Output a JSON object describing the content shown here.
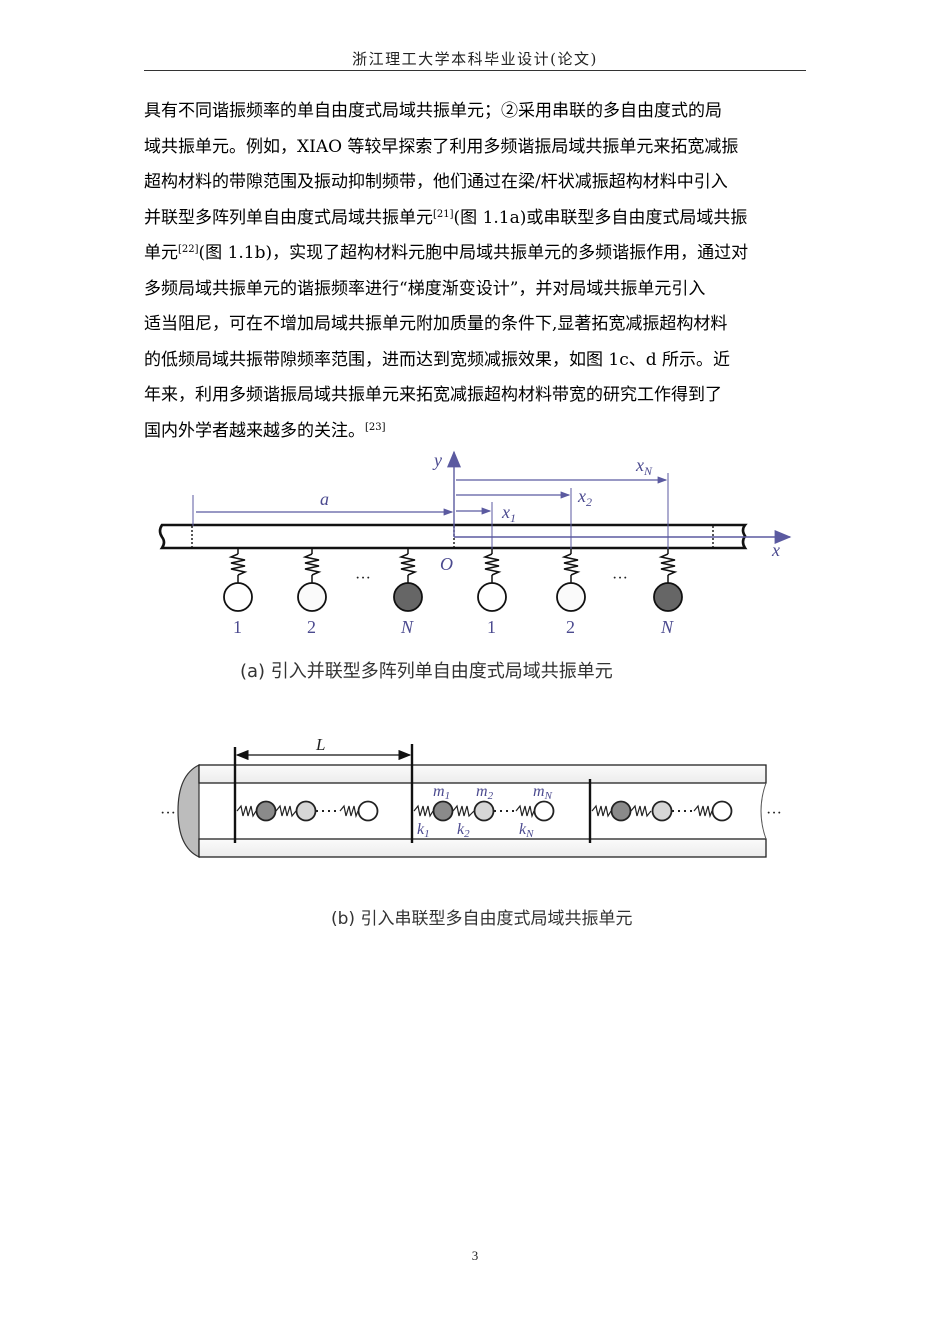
{
  "header": {
    "title": "浙江理工大学本科毕业设计(论文)"
  },
  "body": {
    "lines": [
      {
        "text": "具有不同谐振频率的单自由度式局域共振单元；②采用串联的多自由度式的局"
      },
      {
        "text": "域共振单元。例如，XIAO 等较早探索了利用多频谐振局域共振单元来拓宽减振"
      },
      {
        "text": "超构材料的带隙范围及振动抑制频带，他们通过在梁/杆状减振超构材料中引入"
      },
      {
        "pre": "并联型多阵列单自由度式局域共振单元",
        "sup": "[21]",
        "post": "(图 1.1a)或串联型多自由度式局域共振"
      },
      {
        "pre": "单元",
        "sup": "[22]",
        "post": "(图 1.1b)，实现了超构材料元胞中局域共振单元的多频谐振作用，通过对"
      },
      {
        "text": "多频局域共振单元的谐振频率进行“梯度渐变设计”，并对局域共振单元引入"
      },
      {
        "text": "适当阻尼，可在不增加局域共振单元附加质量的条件下,显著拓宽减振超构材料"
      },
      {
        "text": "的低频局域共振带隙频率范围，进而达到宽频减振效果，如图 1c、d 所示。近"
      },
      {
        "text": "年来，利用多频谐振局域共振单元来拓宽减振超构材料带宽的研究工作得到了"
      },
      {
        "pre": "国内外学者越来越多的关注。",
        "sup": "[23]",
        "post": ""
      }
    ]
  },
  "figure_a": {
    "caption": "(a) 引入并联型多阵列单自由度式局域共振单元",
    "axis_labels": {
      "x": "x",
      "y": "y",
      "origin": "O"
    },
    "dimension_labels": {
      "a": "a",
      "x1": "x",
      "x1_sub": "1",
      "x2": "x",
      "x2_sub": "2",
      "xN": "x",
      "xN_sub": "N"
    },
    "left_group": {
      "labels": [
        "1",
        "2",
        "N"
      ],
      "ellipsis": "···"
    },
    "right_group": {
      "labels": [
        "1",
        "2",
        "N"
      ],
      "ellipsis": "···"
    },
    "colors": {
      "axis": "#5b5aa0",
      "light_mass": "#ffffff",
      "dark_mass": "#666666"
    }
  },
  "figure_b": {
    "caption": "(b) 引入串联型多自由度式局域共振单元",
    "dimension_label": "L",
    "mass_labels": [
      {
        "m": "m",
        "sub": "1"
      },
      {
        "m": "m",
        "sub": "2"
      },
      {
        "m": "m",
        "sub": "N"
      }
    ],
    "spring_labels": [
      {
        "k": "k",
        "sub": "1"
      },
      {
        "k": "k",
        "sub": "2"
      },
      {
        "k": "k",
        "sub": "N"
      }
    ],
    "ellipsis_left": "···",
    "ellipsis_right": "···",
    "colors": {
      "mass1": "#8a8a8a",
      "mass2": "#d6d6d6",
      "massN": "#ffffff"
    }
  },
  "page": {
    "number": "3"
  }
}
